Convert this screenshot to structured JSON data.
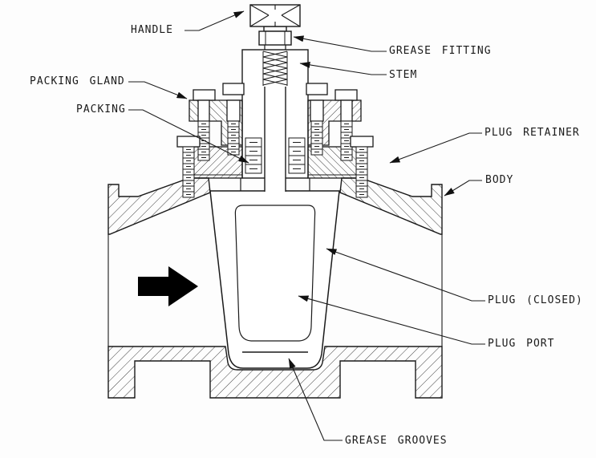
{
  "diagram": {
    "labels": {
      "handle": "HANDLE",
      "grease_fitting": "GREASE FITTING",
      "stem": "STEM",
      "packing_gland": "PACKING GLAND",
      "packing": "PACKING",
      "plug_retainer": "PLUG RETAINER",
      "body": "BODY",
      "plug_closed": "PLUG (CLOSED)",
      "plug_port": "PLUG PORT",
      "grease_grooves": "GREASE GROOVES"
    },
    "colors": {
      "line": "#1a1a1a",
      "background": "#fdfdfd",
      "flow_arrow_fill": "#000000"
    }
  }
}
